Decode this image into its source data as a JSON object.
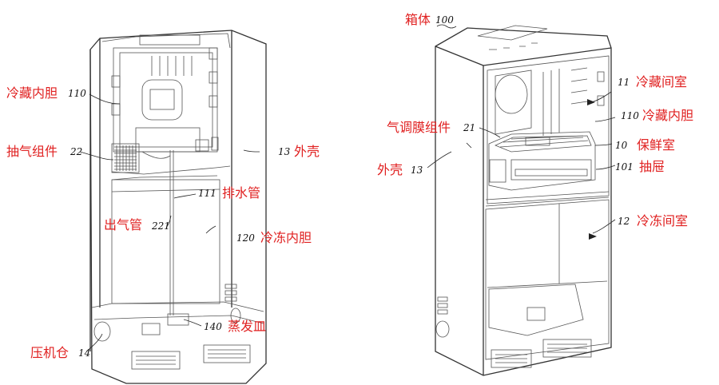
{
  "left_figure": {
    "labels": [
      {
        "text": "冷藏内胆",
        "ref": "110"
      },
      {
        "text": "抽气组件",
        "ref": "22"
      },
      {
        "text": "外壳",
        "ref": "13"
      },
      {
        "text": "排水管",
        "ref": "111"
      },
      {
        "text": "出气管",
        "ref": "221"
      },
      {
        "text": "冷冻内胆",
        "ref": "120"
      },
      {
        "text": "蒸发皿",
        "ref": "140"
      },
      {
        "text": "压机仓",
        "ref": "14"
      }
    ]
  },
  "right_figure": {
    "labels": [
      {
        "text": "箱体",
        "ref": "100"
      },
      {
        "text": "冷藏间室",
        "ref": "11"
      },
      {
        "text": "冷藏内胆",
        "ref": "110"
      },
      {
        "text": "气调膜组件",
        "ref": "21"
      },
      {
        "text": "保鲜室",
        "ref": "10"
      },
      {
        "text": "外壳",
        "ref": "13"
      },
      {
        "text": "抽屉",
        "ref": "101"
      },
      {
        "text": "冷冻间室",
        "ref": "12"
      }
    ]
  },
  "colors": {
    "label": "#e02020",
    "line": "#333333",
    "background": "#ffffff"
  }
}
